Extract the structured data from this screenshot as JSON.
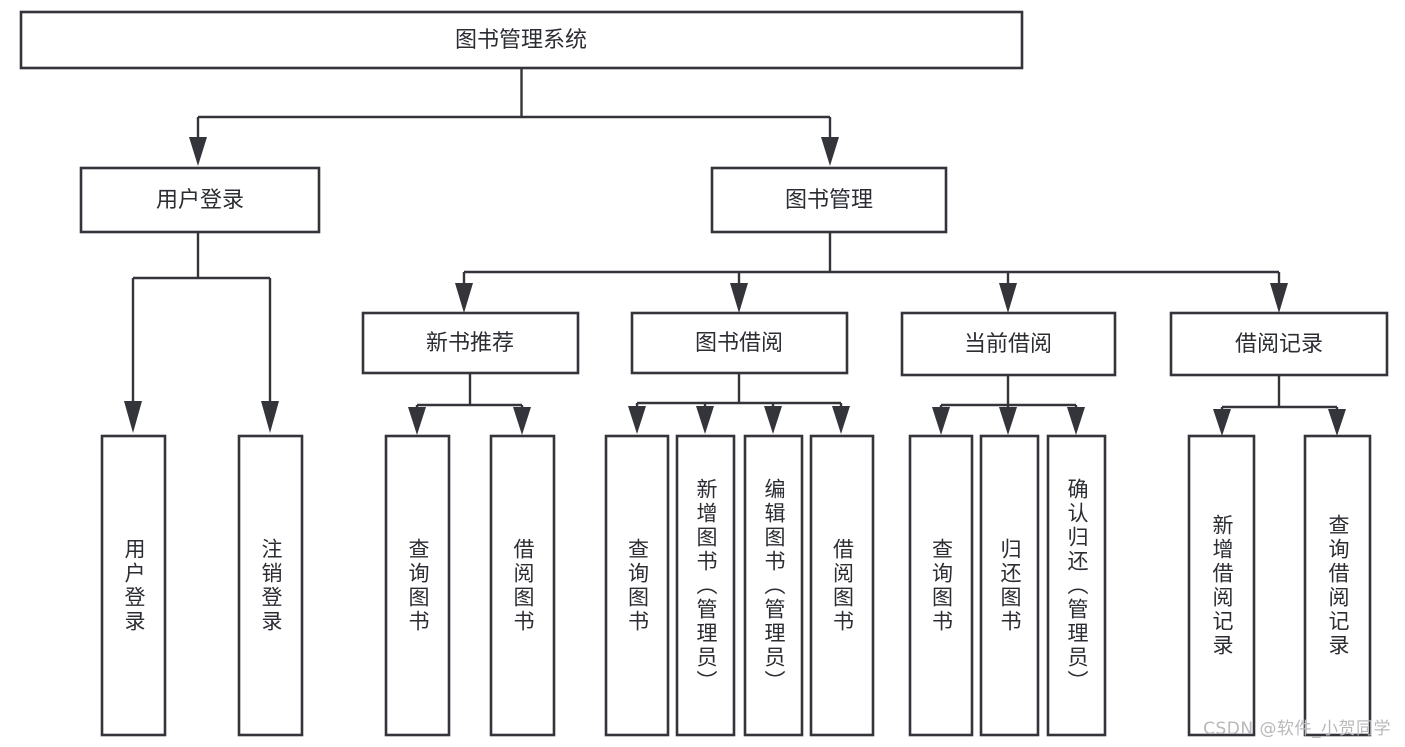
{
  "diagram": {
    "title": "图书管理系统",
    "type": "tree-hierarchy-diagram",
    "colors": {
      "stroke": "#33353b",
      "box_fill": "#ffffff",
      "text": "#2b2d33",
      "background": "#ffffff",
      "watermark": "#b9b9bb"
    },
    "root": {
      "label": "图书管理系统"
    },
    "level2": [
      {
        "label": "用户登录"
      },
      {
        "label": "图书管理"
      }
    ],
    "level3": [
      {
        "label": "新书推荐"
      },
      {
        "label": "图书借阅"
      },
      {
        "label": "当前借阅"
      },
      {
        "label": "借阅记录"
      }
    ],
    "leaves": {
      "user_login": [
        {
          "label": "用户登录"
        },
        {
          "label": "注销登录"
        }
      ],
      "new_book_recommend": [
        {
          "label": "查询图书"
        },
        {
          "label": "借阅图书"
        }
      ],
      "book_borrow": [
        {
          "label": "查询图书"
        },
        {
          "label": "新增图书（管理员）"
        },
        {
          "label": "编辑图书（管理员）"
        },
        {
          "label": "借阅图书"
        }
      ],
      "current_borrow": [
        {
          "label": "查询图书"
        },
        {
          "label": "归还图书"
        },
        {
          "label": "确认归还（管理员）"
        }
      ],
      "borrow_record": [
        {
          "label": "新增借阅记录"
        },
        {
          "label": "查询借阅记录"
        }
      ]
    },
    "watermark": "CSDN @软件_小贺同学"
  }
}
